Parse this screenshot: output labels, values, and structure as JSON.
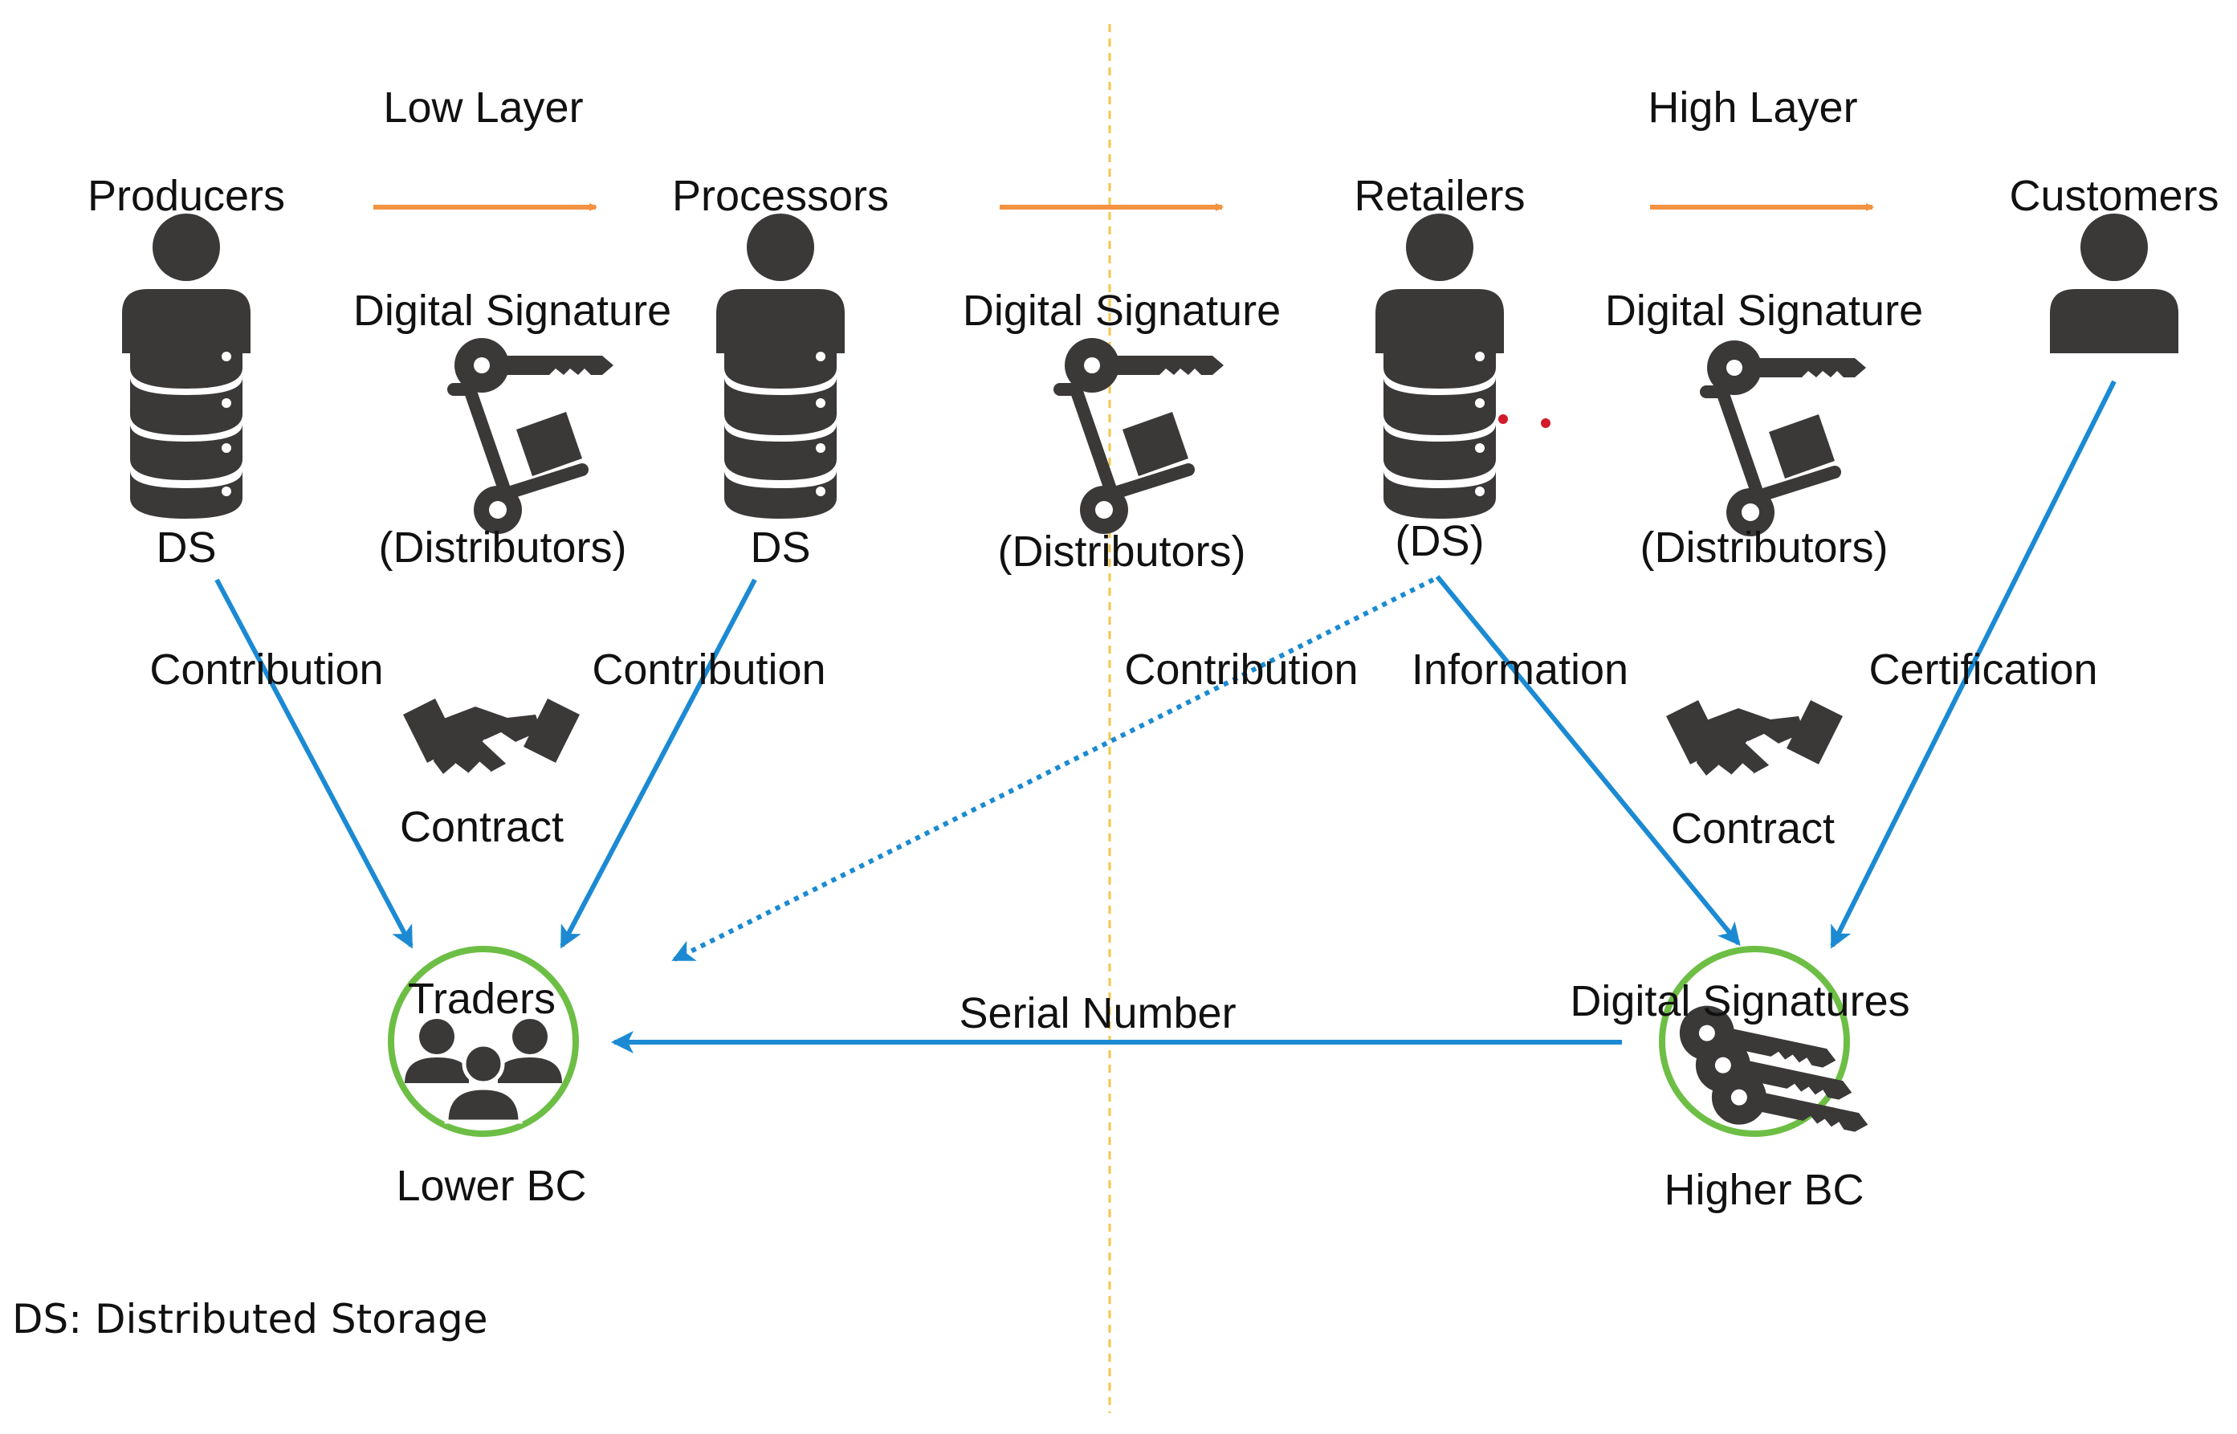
{
  "layers": {
    "low": "Low Layer",
    "high": "High Layer"
  },
  "roles": {
    "producers": "Producers",
    "processors": "Processors",
    "retailers": "Retailers",
    "customers": "Customers"
  },
  "storage": {
    "producers": "DS",
    "processors": "DS",
    "retailers": "(DS)"
  },
  "transfers": [
    {
      "signature": "Digital Signature",
      "distributor": "(Distributors)"
    },
    {
      "signature": "Digital Signature",
      "distributor": "(Distributors)"
    },
    {
      "signature": "Digital Signature",
      "distributor": "(Distributors)"
    }
  ],
  "links": {
    "producers_contribution": "Contribution",
    "processors_contribution": "Contribution",
    "retailers_contribution": "Contribution",
    "retailers_information": "Information",
    "customers_certification": "Certification",
    "serial_number": "Serial Number"
  },
  "contracts": {
    "lower": "Contract",
    "higher": "Contract"
  },
  "chains": {
    "lower": {
      "inner": "Traders",
      "name": "Lower BC"
    },
    "higher": {
      "inner": "Digital Signatures",
      "name": "Higher BC"
    }
  },
  "legend": "DS: Distributed Storage",
  "colors": {
    "flow_arrow": "#F39241",
    "link_arrow": "#1B8AD3",
    "chain_ring": "#6DBE45",
    "divider": "#F5C64A",
    "icon": "#3B3838",
    "dot": "#D11A2A"
  }
}
